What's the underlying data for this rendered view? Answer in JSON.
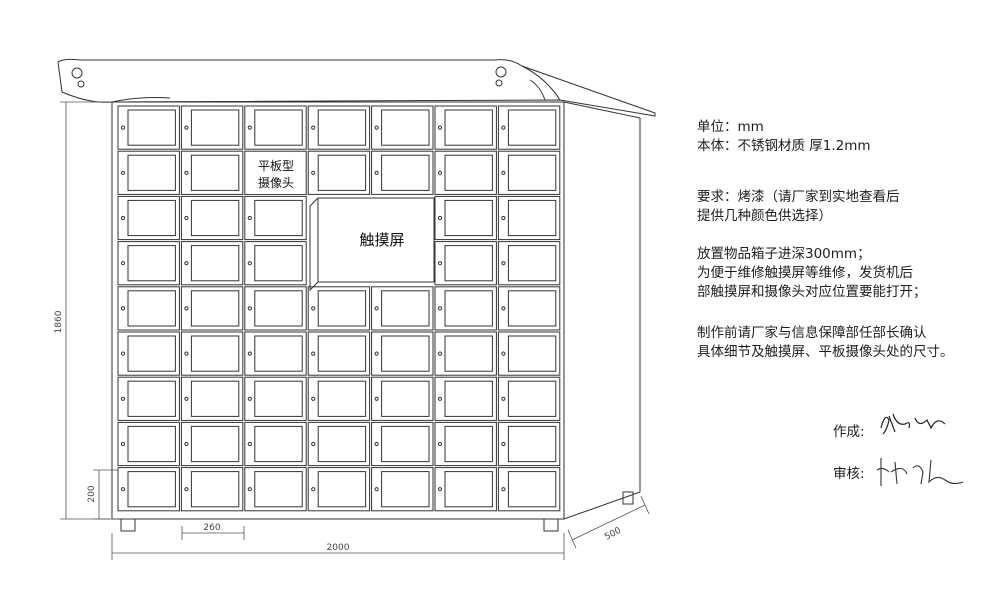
{
  "drawing": {
    "columns": 7,
    "rows": 9,
    "special_label_tablet": [
      "平板型",
      "摄像头"
    ],
    "special_label_touch": "触摸屏",
    "dim_height": "1860",
    "dim_width": "2000",
    "dim_depth": "500",
    "dim_box_width": "260",
    "dim_box_height": "200"
  },
  "notes": {
    "unit": "单位：mm",
    "body": "本体：不锈钢材质 厚1.2mm",
    "req_line1": "要求：烤漆（请厂家到实地查看后",
    "req_line2": "提供几种颜色供选择）",
    "place_line1": "放置物品箱子进深300mm；",
    "place_line2": "为便于维修触摸屏等维修，发货机后",
    "place_line3": "部触摸屏和摄像头对应位置要能打开；",
    "confirm_line1": "制作前请厂家与信息保障部任部长确认",
    "confirm_line2": "具体细节及触摸屏、平板摄像头处的尺寸。"
  },
  "signatures": {
    "author_label": "作成:",
    "review_label": "审核:"
  }
}
